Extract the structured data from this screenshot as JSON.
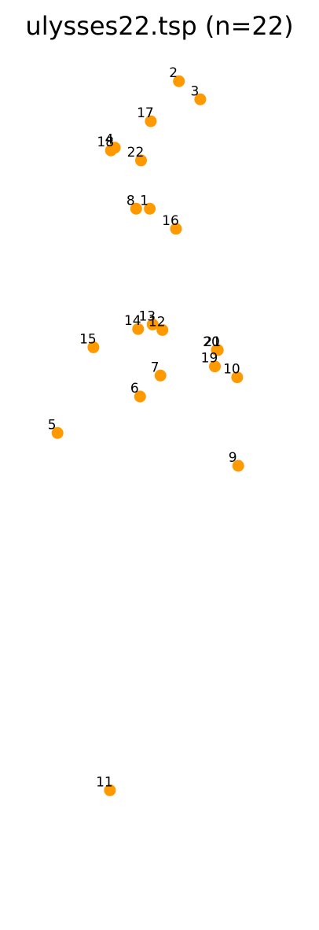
{
  "chart_data": {
    "type": "scatter",
    "title": "ulysses22.tsp  (n=22)",
    "xlabel": "",
    "ylabel": "",
    "grid": false,
    "axes_visible": false,
    "point_color": "#ff9900",
    "xlim": [
      -0.35,
      14.45
    ],
    "ylim": [
      -38.1,
      8.0
    ],
    "points": [
      {
        "label": "1",
        "x": 6.55,
        "y": 0.0
      },
      {
        "label": "2",
        "x": 8.05,
        "y": 7.0
      },
      {
        "label": "3",
        "x": 9.15,
        "y": 6.0
      },
      {
        "label": "4",
        "x": 4.75,
        "y": 3.35
      },
      {
        "label": "5",
        "x": 1.8,
        "y": -12.3
      },
      {
        "label": "6",
        "x": 6.05,
        "y": -10.3
      },
      {
        "label": "7",
        "x": 7.1,
        "y": -9.15
      },
      {
        "label": "8",
        "x": 5.85,
        "y": 0.0
      },
      {
        "label": "9",
        "x": 11.1,
        "y": -14.1
      },
      {
        "label": "10",
        "x": 11.05,
        "y": -9.25
      },
      {
        "label": "11",
        "x": 4.5,
        "y": -31.9
      },
      {
        "label": "12",
        "x": 7.2,
        "y": -6.65
      },
      {
        "label": "13",
        "x": 6.7,
        "y": -6.35
      },
      {
        "label": "14",
        "x": 5.95,
        "y": -6.6
      },
      {
        "label": "15",
        "x": 3.65,
        "y": -7.6
      },
      {
        "label": "16",
        "x": 7.9,
        "y": -1.1
      },
      {
        "label": "17",
        "x": 6.6,
        "y": 4.8
      },
      {
        "label": "18",
        "x": 4.55,
        "y": 3.2
      },
      {
        "label": "19",
        "x": 9.9,
        "y": -8.65
      },
      {
        "label": "20",
        "x": 10.0,
        "y": -7.75
      },
      {
        "label": "21",
        "x": 10.05,
        "y": -7.75
      },
      {
        "label": "22",
        "x": 6.1,
        "y": 2.65
      }
    ]
  }
}
